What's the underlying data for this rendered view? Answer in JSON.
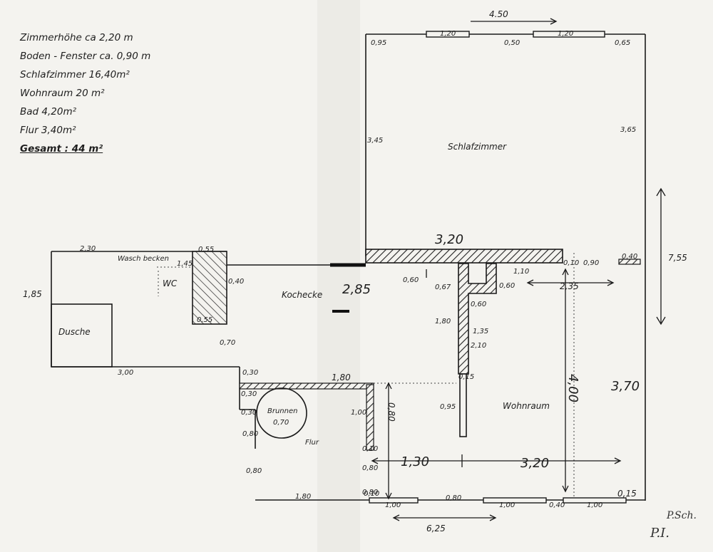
{
  "notes": {
    "lines": [
      "Zimmerhöhe   ca 2,20 m",
      "Boden - Fenster ca. 0,90 m",
      "Schlafzimmer 16,40m²",
      "Wohnraum  20 m²",
      "Bad  4,20m²",
      "Flur  3,40m²"
    ],
    "total": "Gesamt : 44 m²"
  },
  "rooms": {
    "schlafzimmer": "Schlafzimmer",
    "wohnraum": "Wohnraum",
    "kochecke": "Kochecke",
    "dusche": "Dusche",
    "waschbecken": "Wasch becken",
    "wc": "WC",
    "flur": "Flur",
    "brunnen": "Brunnen",
    "brunnen_size": "0,70"
  },
  "dims": {
    "top_total": "4.50",
    "win_top_1": "1,20",
    "win_top_2": "1,20",
    "top_left": "0,95",
    "top_mid": "0,50",
    "top_right": "0,65",
    "schlaf_left": "3,45",
    "schlaf_right": "3,65",
    "divider": "3,20",
    "height_total": "7,55",
    "bath_top": "2,30",
    "bath_left": "1,85",
    "bath_bottom": "3,00",
    "wall_055a": "0,55",
    "wall_055b": "0,55",
    "wall_145": "1,45",
    "wc_040": "0,40",
    "kueche_070": "0,70",
    "kueche_285": "2,85",
    "d_060a": "0,60",
    "d_067": "0,67",
    "d_110": "1,10",
    "d_060b": "0,60",
    "d_060c": "0,60",
    "d_010": "0,10",
    "d_090": "0,90",
    "d_235": "2,35",
    "d_040r": "0,40",
    "d_180": "1,80",
    "d_135": "1,35",
    "d_210": "2,10",
    "d_015": "0,15",
    "d_095": "0,95",
    "d_400": "4,00",
    "d_370": "3,70",
    "d_030a": "0,30",
    "d_030b": "0,30",
    "d_030c": "0,30",
    "d_080a": "0,80",
    "d_080b": "0,80",
    "d_080c": "0,80",
    "d_080d": "0,80",
    "d_080v": "0,80",
    "d_080e": "0,80",
    "d_100": "1,00",
    "d_010b": "0,10",
    "d_180f": "1,80",
    "d_180b": "1,80",
    "d_130": "1,30",
    "d_320b": "3,20",
    "d_010c": "0,10",
    "d_100w1": "1,00",
    "d_100w2": "1,00",
    "d_100w3": "1,00",
    "d_040b": "0,40",
    "d_015b": "0,15",
    "bottom_total": "6,25"
  },
  "signature": {
    "line1": "P.Sch.",
    "line2": "P.I."
  }
}
